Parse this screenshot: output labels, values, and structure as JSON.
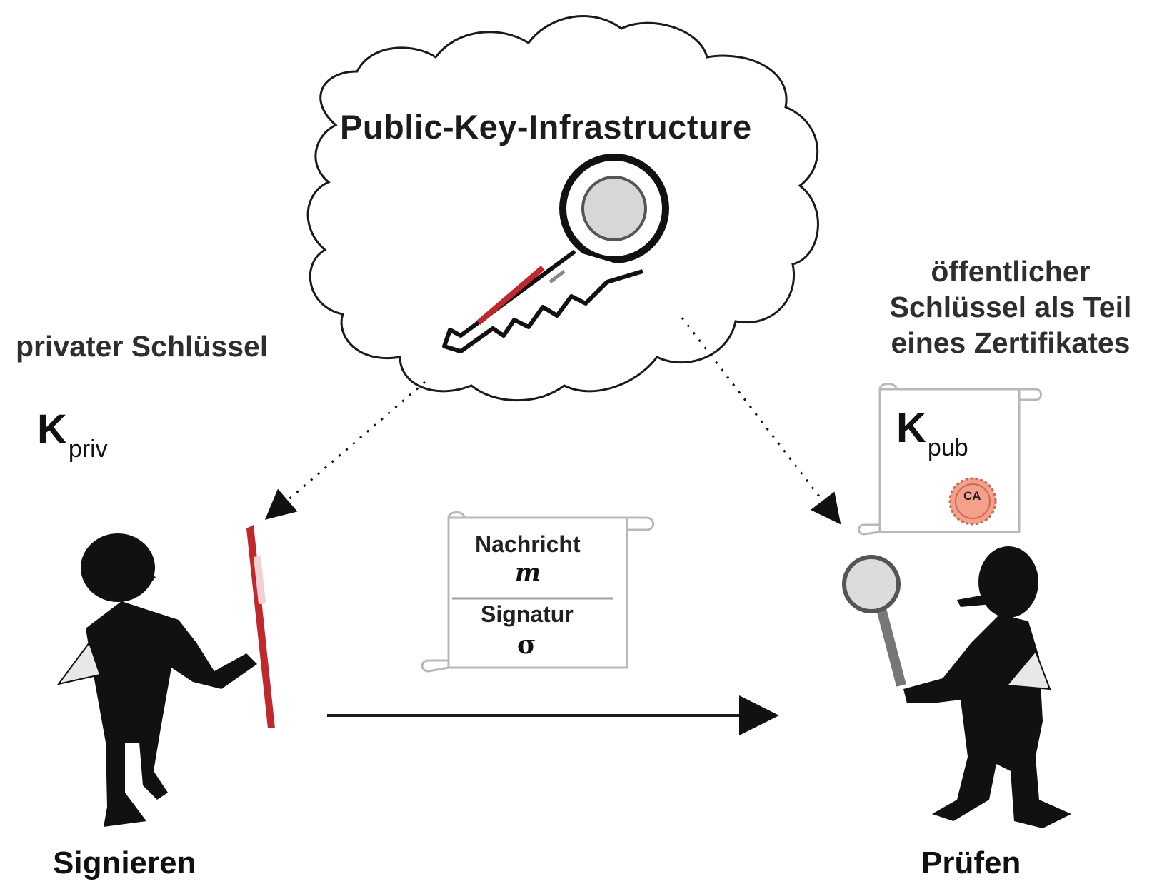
{
  "diagram": {
    "title": "Public-Key-Infrastructure",
    "private_key": {
      "label": "privater Schlüssel",
      "symbol": "K",
      "subscript": "priv"
    },
    "public_key": {
      "label_lines": [
        "öffentlicher",
        "Schlüssel als Teil",
        "eines Zertifikates"
      ],
      "symbol": "K",
      "subscript": "pub",
      "seal_text": "CA"
    },
    "message_document": {
      "message_label": "Nachricht",
      "message_symbol": "m",
      "signature_label": "Signatur",
      "signature_symbol": "σ"
    },
    "signer": {
      "label": "Signieren"
    },
    "verifier": {
      "label": "Prüfen"
    },
    "colors": {
      "pen_red": "#c0282d",
      "seal_fill": "#f4a08a",
      "figure": "#111111",
      "document_border": "#b8b8b8"
    }
  }
}
